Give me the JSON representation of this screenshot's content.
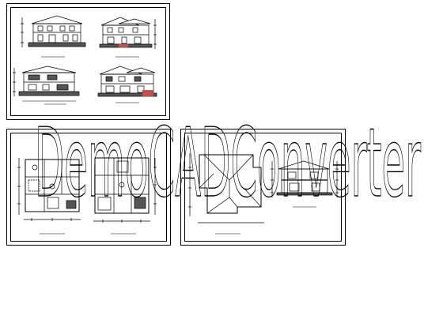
{
  "drawings": {
    "elevation_sheet": {
      "label": "elevation-drawings"
    },
    "floor_plan_sheet": {
      "label": "floor-plans"
    },
    "roof_section_sheet": {
      "label": "roof-plan-and-section"
    }
  },
  "watermark": {
    "text": "DemoCADConverter"
  },
  "colors": {
    "line": "#000000",
    "accent_red": "#c0504d",
    "wall_fill": "#555555"
  }
}
